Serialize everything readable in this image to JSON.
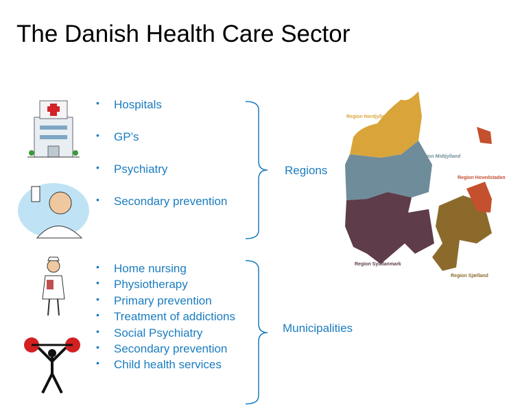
{
  "title": "The Danish Health Care Sector",
  "regions_group": {
    "items": [
      "Hospitals",
      "GP’s",
      "Psychiatry",
      "Secondary prevention"
    ],
    "label": "Regions"
  },
  "municipalities_group": {
    "items": [
      "Home nursing",
      "Physiotherapy",
      "Primary prevention",
      "Treatment of addictions",
      "Social Psychiatry",
      "Secondary prevention",
      "Child health services"
    ],
    "label": "Municipalities"
  },
  "map": {
    "labels": {
      "nordjylland": "Region Nordjylland",
      "midtjylland": "Region Midtjylland",
      "hovedstaden": "Region Hovedstaden",
      "syddanmark": "Region Syddanmark",
      "sjaelland": "Region Sjælland"
    },
    "colors": {
      "nordjylland": "#d9a53a",
      "midtjylland": "#6f8c9b",
      "hovedstaden": "#c4502e",
      "syddanmark": "#5e3c4a",
      "sjaelland": "#8c6a2c"
    }
  }
}
